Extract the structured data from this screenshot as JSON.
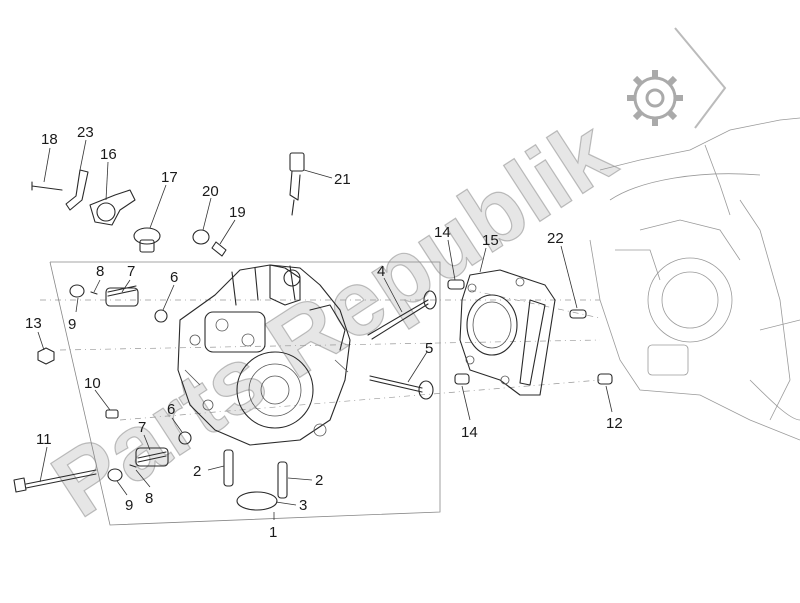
{
  "watermark": {
    "text": "Parts Republik",
    "icon": "gear-icon",
    "color": "#9e9e9e"
  },
  "callouts": [
    {
      "id": "c18a",
      "label": "18"
    },
    {
      "id": "c23",
      "label": "23"
    },
    {
      "id": "c16",
      "label": "16"
    },
    {
      "id": "c17",
      "label": "17"
    },
    {
      "id": "c20",
      "label": "20"
    },
    {
      "id": "c19",
      "label": "19"
    },
    {
      "id": "c21",
      "label": "21"
    },
    {
      "id": "c8a",
      "label": "8"
    },
    {
      "id": "c7a",
      "label": "7"
    },
    {
      "id": "c6a",
      "label": "6"
    },
    {
      "id": "c13",
      "label": "13"
    },
    {
      "id": "c9a",
      "label": "9"
    },
    {
      "id": "c10",
      "label": "10"
    },
    {
      "id": "c7b",
      "label": "7"
    },
    {
      "id": "c6b",
      "label": "6"
    },
    {
      "id": "c11",
      "label": "11"
    },
    {
      "id": "c9b",
      "label": "9"
    },
    {
      "id": "c8b",
      "label": "8"
    },
    {
      "id": "c2a",
      "label": "2"
    },
    {
      "id": "c2b",
      "label": "2"
    },
    {
      "id": "c3",
      "label": "3"
    },
    {
      "id": "c1",
      "label": "1"
    },
    {
      "id": "c4",
      "label": "4"
    },
    {
      "id": "c5",
      "label": "5"
    },
    {
      "id": "c14a",
      "label": "14"
    },
    {
      "id": "c15",
      "label": "15"
    },
    {
      "id": "c14b",
      "label": "14"
    },
    {
      "id": "c22",
      "label": "22"
    },
    {
      "id": "c12",
      "label": "12"
    }
  ]
}
